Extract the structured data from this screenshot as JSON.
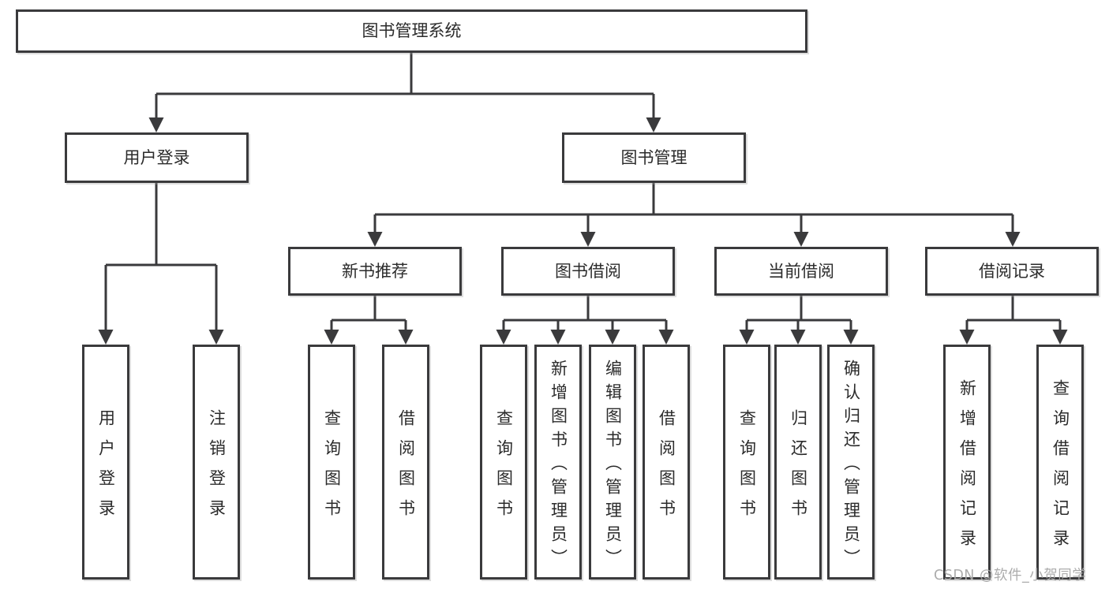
{
  "tree": {
    "label": "图书管理系统",
    "children": [
      {
        "label": "用户登录",
        "children": [
          {
            "label": "用户登录"
          },
          {
            "label": "注销登录"
          }
        ]
      },
      {
        "label": "图书管理",
        "children": [
          {
            "label": "新书推荐",
            "children": [
              {
                "label": "查询图书"
              },
              {
                "label": "借阅图书"
              }
            ]
          },
          {
            "label": "图书借阅",
            "children": [
              {
                "label": "查询图书"
              },
              {
                "label": "新增图书（管理员）"
              },
              {
                "label": "编辑图书（管理员）"
              },
              {
                "label": "借阅图书"
              }
            ]
          },
          {
            "label": "当前借阅",
            "children": [
              {
                "label": "查询图书"
              },
              {
                "label": "归还图书"
              },
              {
                "label": "确认归还（管理员）"
              }
            ]
          },
          {
            "label": "借阅记录",
            "children": [
              {
                "label": "新增借阅记录"
              },
              {
                "label": "查询借阅记录"
              }
            ]
          }
        ]
      }
    ]
  },
  "watermark": {
    "text": "CSDN @软件_小贺同学"
  },
  "colors": {
    "line": "#3a3a3c",
    "box_border": "#3a3a3c",
    "text": "#2b2b2b",
    "watermark": "#a8a8a8",
    "background": "#ffffff"
  }
}
